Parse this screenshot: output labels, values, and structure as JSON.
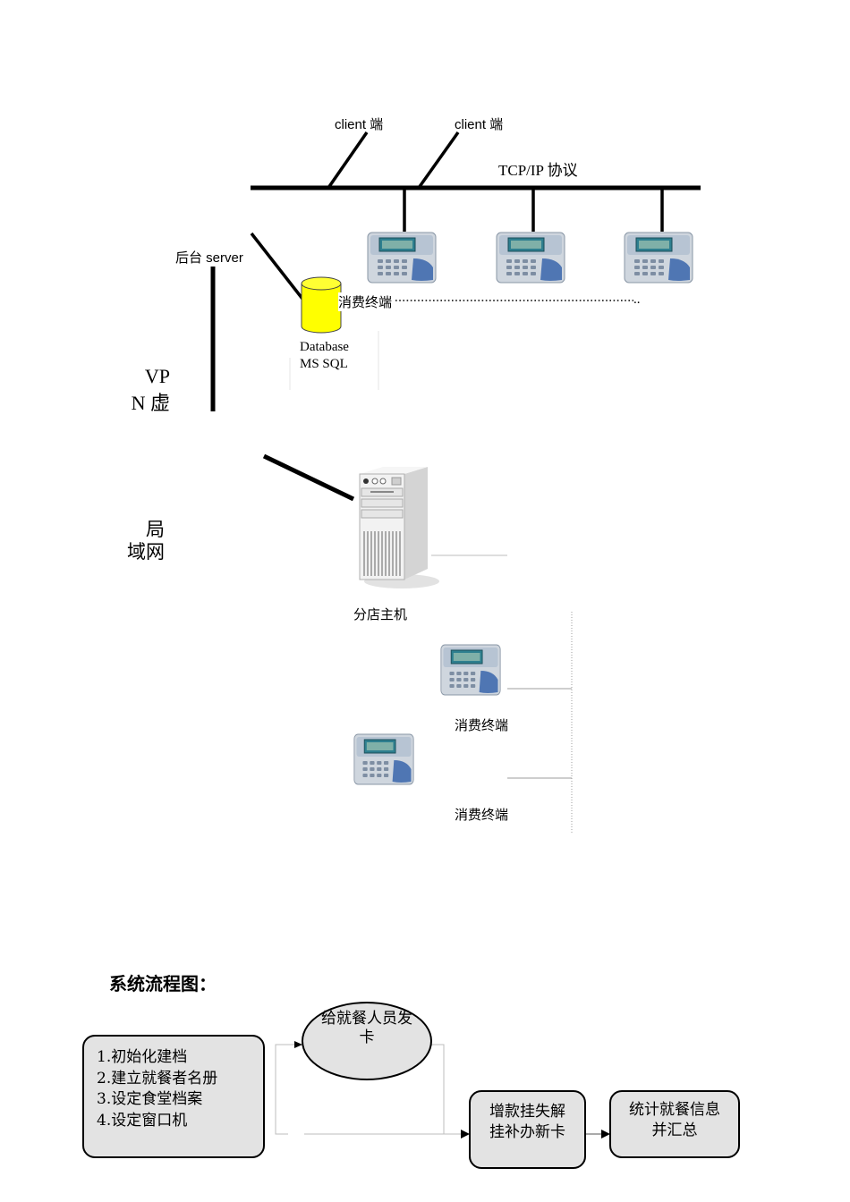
{
  "network": {
    "client_label_1": "client 端",
    "client_label_2": "client 端",
    "protocol_label": "TCP/IP 协议",
    "server_label": "后台 server",
    "database_label_1": "Database",
    "database_label_2": "MS SQL",
    "terminal_label_top": "消费终端",
    "dots_end": "..",
    "vpn_label_1": "VP",
    "vpn_label_2": "N 虚",
    "lan_label_1": "局",
    "lan_label_2": "域网",
    "branch_host_label": "分店主机",
    "terminal_label_1": "消费终端",
    "terminal_label_2": "消费终端"
  },
  "flowchart": {
    "title": "系统流程图：",
    "box1_lines": [
      "1.初始化建档",
      "2.建立就餐者名册",
      "3.设定食堂档案",
      "4.设定窗口机"
    ],
    "ellipse_line1": "给就餐人员发",
    "ellipse_line2": "卡",
    "box2_line1": "增款挂失解",
    "box2_line2": "挂补办新卡",
    "box3_line1": "统计就餐信息",
    "box3_line2": "并汇总"
  },
  "colors": {
    "database": "#ffff00",
    "box_fill": "#e3e3e3",
    "terminal_screen": "#2e7f8f"
  }
}
